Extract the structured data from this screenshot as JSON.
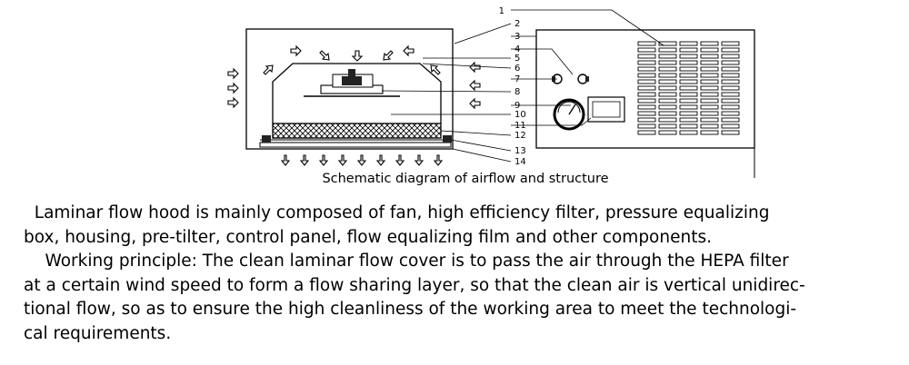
{
  "diagram": {
    "caption": "Schematic diagram of airflow and structure",
    "labels": [
      "1",
      "2",
      "3",
      "4",
      "5",
      "6",
      "7",
      "8",
      "9",
      "10",
      "11",
      "12",
      "13",
      "14"
    ]
  },
  "description": {
    "lines": [
      "  Laminar flow hood is mainly composed of fan, high efficiency filter, pressure equalizing",
      "box, housing, pre-tilter, control panel, flow equalizing film and other components.",
      "    Working principle: The clean laminar flow cover is to pass the air through the HEPA filter",
      "at a certain wind speed to form a flow sharing layer, so that the clean air is vertical unidirec-",
      "tional flow, so as to ensure the high cleanliness of the working area to meet the technologi-",
      "cal requirements."
    ]
  }
}
